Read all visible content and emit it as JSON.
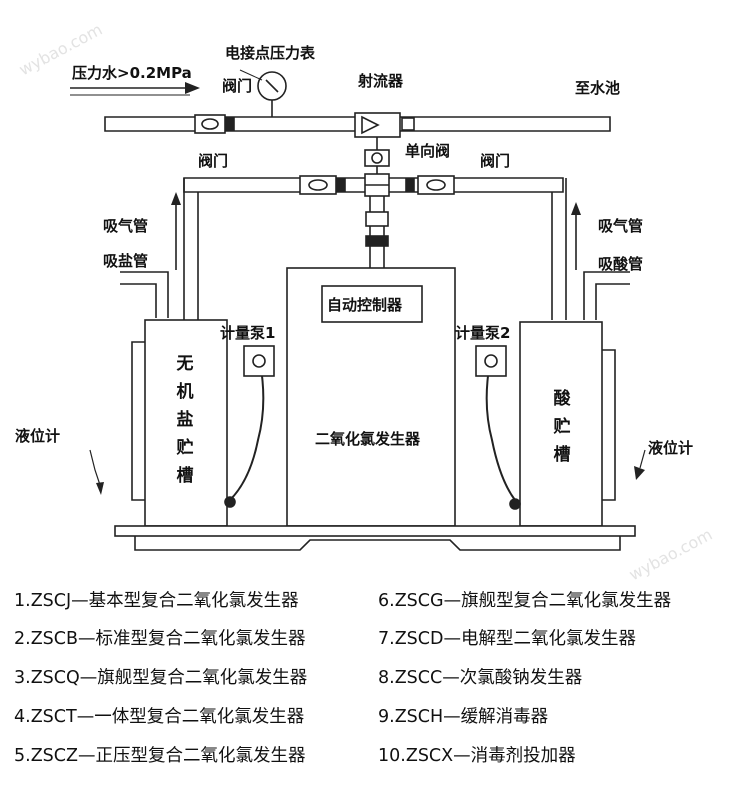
{
  "watermarks": {
    "top_left": "wybao.com",
    "bottom_right": "wybao.com"
  },
  "labels": {
    "pressure_water": "压力水>0.2MPa",
    "gauge": "电接点压力表",
    "valve_top": "阀门",
    "ejector": "射流器",
    "to_pool": "至水池",
    "valve_left": "阀门",
    "check_valve": "单向阀",
    "valve_right": "阀门",
    "suction_air_left": "吸气管",
    "suction_salt": "吸盐管",
    "suction_air_right": "吸气管",
    "suction_acid": "吸酸管",
    "auto_controller": "自动控制器",
    "pump1": "计量泵1",
    "pump2": "计量泵2",
    "salt_tank": "无机盐贮槽",
    "acid_tank": "酸贮槽",
    "generator": "二氧化氯发生器",
    "level_left": "液位计",
    "level_right": "液位计"
  },
  "legend": {
    "left": [
      "1.ZSCJ—基本型复合二氧化氯发生器",
      "2.ZSCB—标准型复合二氧化氯发生器",
      "3.ZSCQ—旗舰型复合二氧化氯发生器",
      "4.ZSCT—一体型复合二氧化氯发生器",
      "5.ZSCZ—正压型复合二氧化氯发生器"
    ],
    "right": [
      "6.ZSCG—旗舰型复合二氧化氯发生器",
      "7.ZSCD—电解型二氧化氯发生器",
      "8.ZSCC—次氯酸钠发生器",
      "9.ZSCH—缓解消毒器",
      "10.ZSCX—消毒剂投加器"
    ]
  }
}
